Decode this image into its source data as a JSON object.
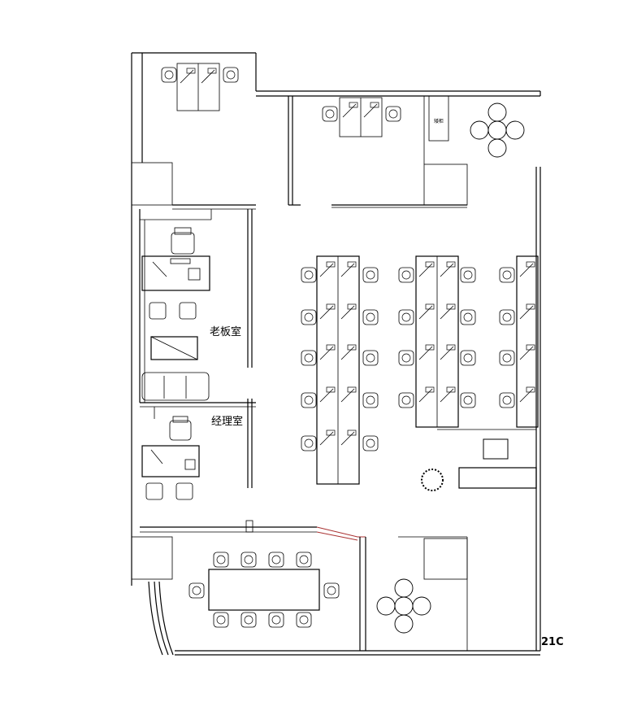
{
  "plan": {
    "rooms": {
      "boss_office": "老板室",
      "manager_office": "经理室",
      "cabinet": "矮柜"
    },
    "dimension_mark": "21C"
  }
}
